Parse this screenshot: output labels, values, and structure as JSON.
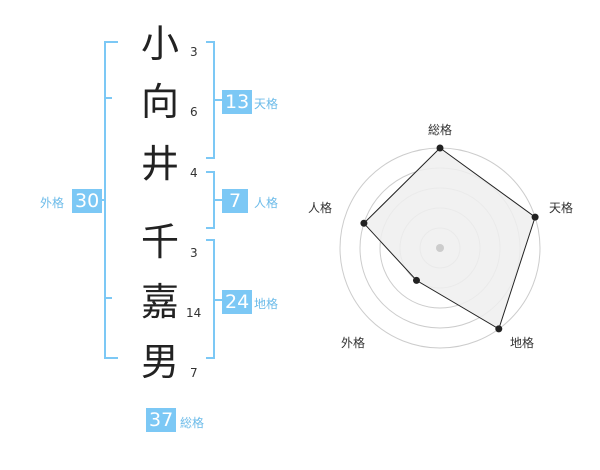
{
  "name": {
    "characters": [
      {
        "char": "小",
        "strokes": "3"
      },
      {
        "char": "向",
        "strokes": "6"
      },
      {
        "char": "井",
        "strokes": "4"
      },
      {
        "char": "千",
        "strokes": "3"
      },
      {
        "char": "嘉",
        "strokes": "14"
      },
      {
        "char": "男",
        "strokes": "7"
      }
    ]
  },
  "fortune": {
    "tenkaku": {
      "label": "天格",
      "value": "13"
    },
    "jinkaku": {
      "label": "人格",
      "value": "7"
    },
    "chikaku": {
      "label": "地格",
      "value": "24"
    },
    "gaikaku": {
      "label": "外格",
      "value": "30"
    },
    "soukaku": {
      "label": "総格",
      "value": "37"
    }
  },
  "radar": {
    "axes": [
      "総格",
      "天格",
      "地格",
      "外格",
      "人格"
    ],
    "levels": [
      5,
      5,
      5,
      2,
      4
    ],
    "max": 5,
    "colors": {
      "fill": "#efefef",
      "stroke": "#222222",
      "grid": "#cccccc"
    }
  },
  "colors": {
    "accent": "#7cc8f5",
    "label": "#6cbbe9",
    "bracket": "#7cc8f5"
  }
}
